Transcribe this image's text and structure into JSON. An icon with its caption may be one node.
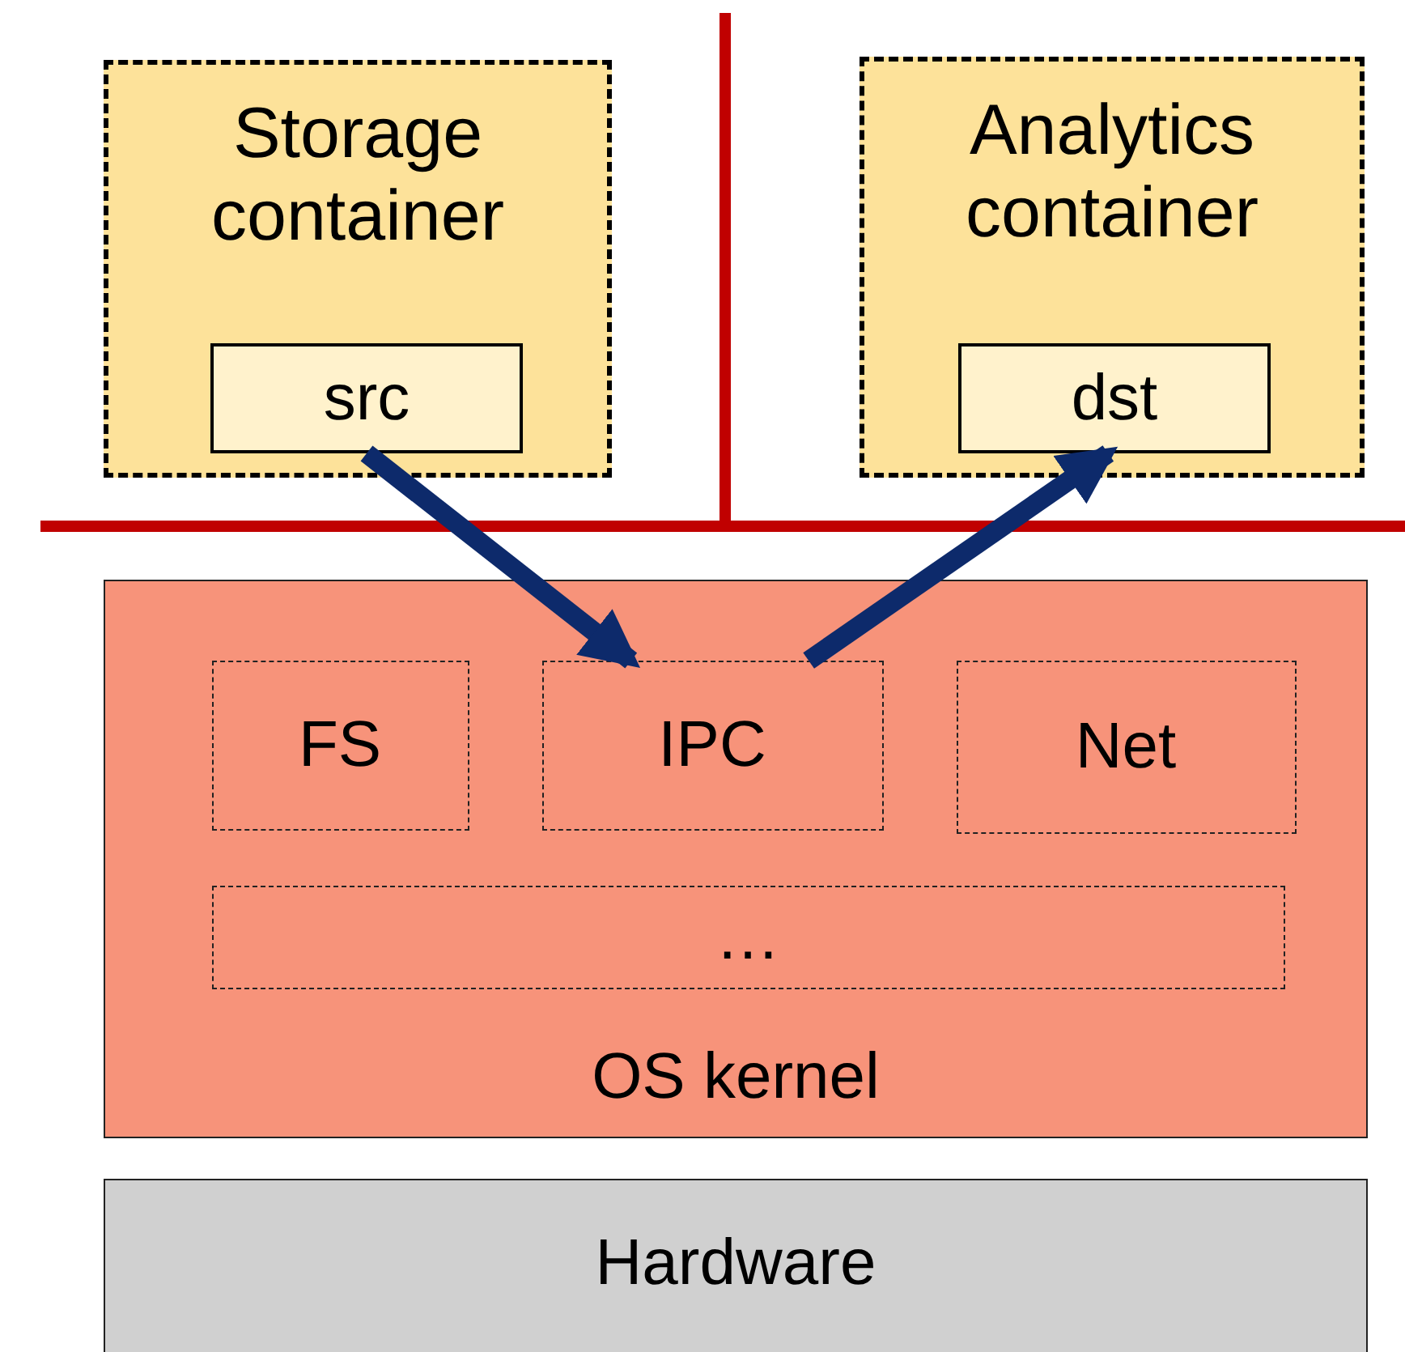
{
  "diagram": {
    "nodes": [
      {
        "text": [
          "Storage container"
        ]
      },
      {
        "text": [
          "src"
        ],
        "in": 0
      },
      {
        "text": [
          "Analytics container"
        ]
      },
      {
        "text": [
          "dst"
        ],
        "in": 2
      },
      {
        "text": [
          "OS kernel"
        ]
      },
      {
        "text": [
          "FS"
        ],
        "in": 4
      },
      {
        "text": [
          "IPC"
        ],
        "in": 4
      },
      {
        "text": [
          "Net"
        ],
        "in": 4
      },
      {
        "text": [
          "…"
        ],
        "in": 4
      },
      {
        "text": [
          "Hardware"
        ]
      }
    ],
    "edges": [
      {
        "from": 1,
        "to": 6,
        "arrow": "to"
      },
      {
        "from": 6,
        "to": 3,
        "arrow": "to"
      }
    ]
  }
}
